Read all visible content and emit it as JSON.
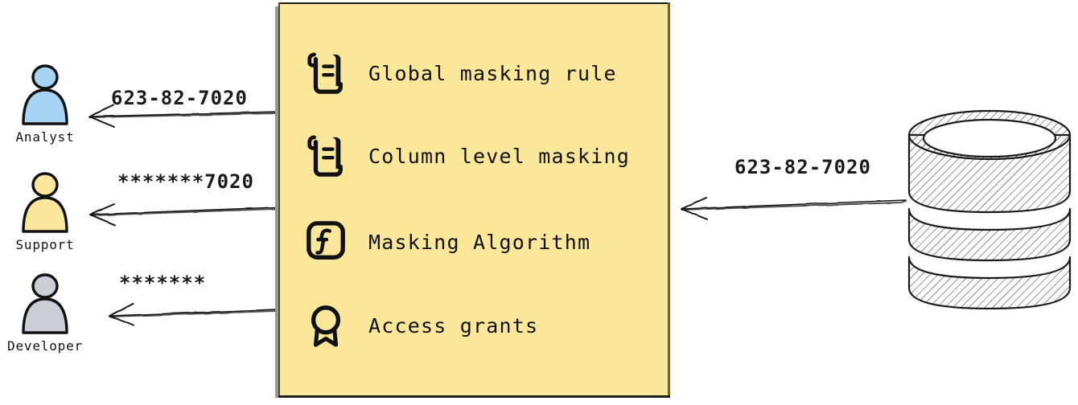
{
  "diagram": {
    "type": "data-masking-flow",
    "background": "#ffffff",
    "panel": {
      "name": "masking-policy-panel",
      "fill": "#fae79a",
      "border_color": "#1d1d1b",
      "items": [
        {
          "icon": "scroll-icon",
          "label": "Global masking rule"
        },
        {
          "icon": "scroll-icon",
          "label": "Column level masking"
        },
        {
          "icon": "function-icon",
          "label": "Masking Algorithm"
        },
        {
          "icon": "award-icon",
          "label": "Access grants"
        }
      ]
    },
    "actors": [
      {
        "name": "analyst",
        "label": "Analyst",
        "color": "#a7d3f5",
        "value": "623-82-7020"
      },
      {
        "name": "support",
        "label": "Support",
        "color": "#fbe79b",
        "value": "*******7020"
      },
      {
        "name": "developer",
        "label": "Developer",
        "color": "#c9ced7",
        "value": "*******"
      }
    ],
    "source": {
      "name": "database",
      "icon": "database-cylinder-icon",
      "value": "623-82-7020"
    }
  }
}
